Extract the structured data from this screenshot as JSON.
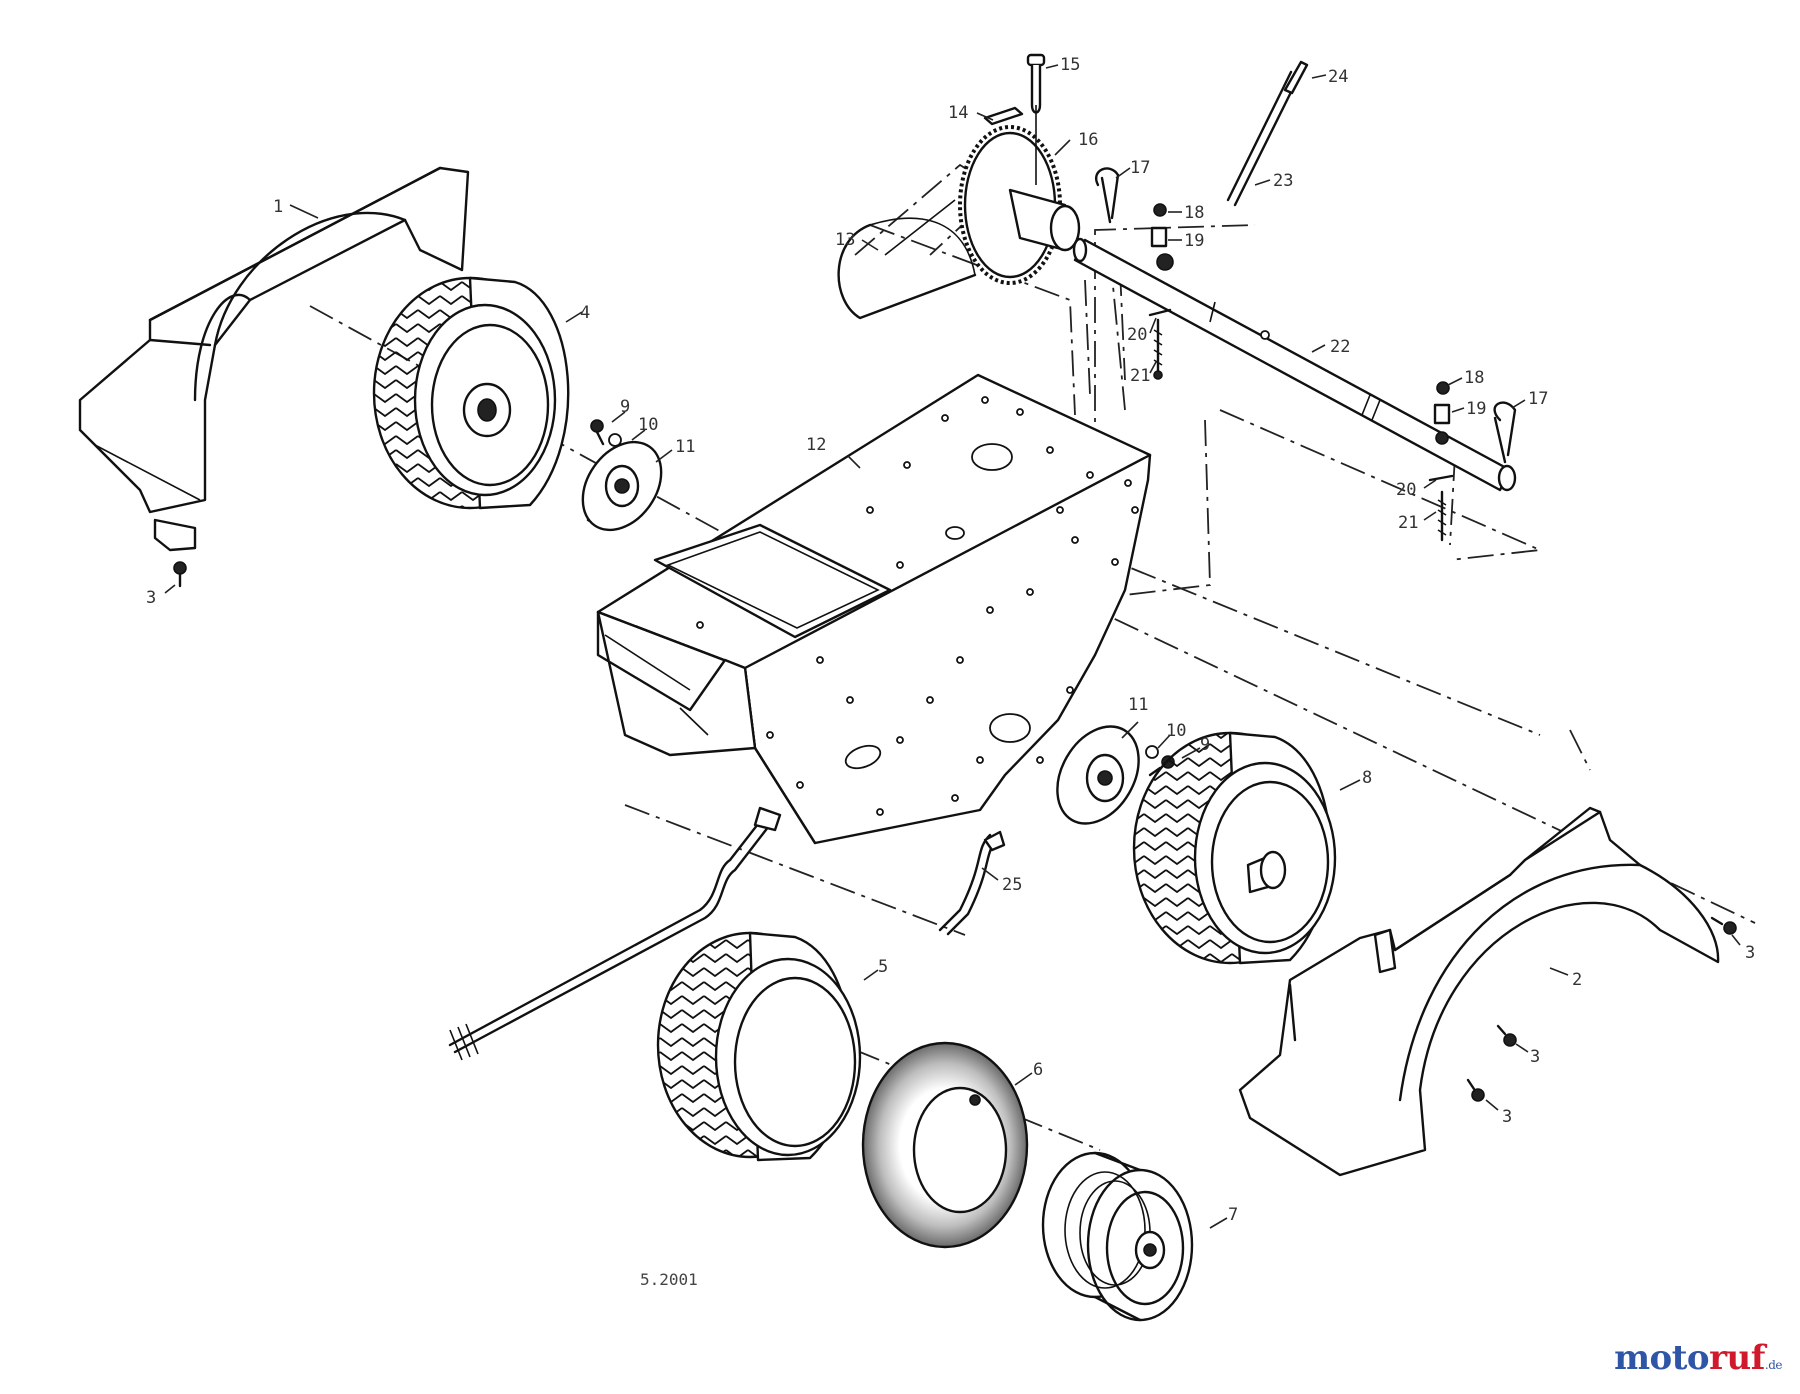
{
  "labels": {
    "p1": "1",
    "p2": "2",
    "p3a": "3",
    "p3b": "3",
    "p3c": "3",
    "p3d": "3",
    "p4": "4",
    "p5": "5",
    "p6": "6",
    "p7": "7",
    "p8": "8",
    "p9a": "9",
    "p9b": "9",
    "p10a": "10",
    "p10b": "10",
    "p11a": "11",
    "p11b": "11",
    "p12": "12",
    "p13": "13",
    "p14": "14",
    "p15": "15",
    "p16": "16",
    "p17a": "17",
    "p17b": "17",
    "p18a": "18",
    "p18b": "18",
    "p19a": "19",
    "p19b": "19",
    "p20a": "20",
    "p20b": "20",
    "p21a": "21",
    "p21b": "21",
    "p22": "22",
    "p23": "23",
    "p24": "24",
    "p25": "25"
  },
  "date_code": "5.2001",
  "watermark": {
    "brand_a": "moto",
    "brand_b": "ruf",
    "brand_c": "",
    "tld": ".de"
  },
  "colors": {
    "line": "#111111",
    "watermark_blue": "#2f56a6",
    "watermark_red": "#d0192b"
  }
}
